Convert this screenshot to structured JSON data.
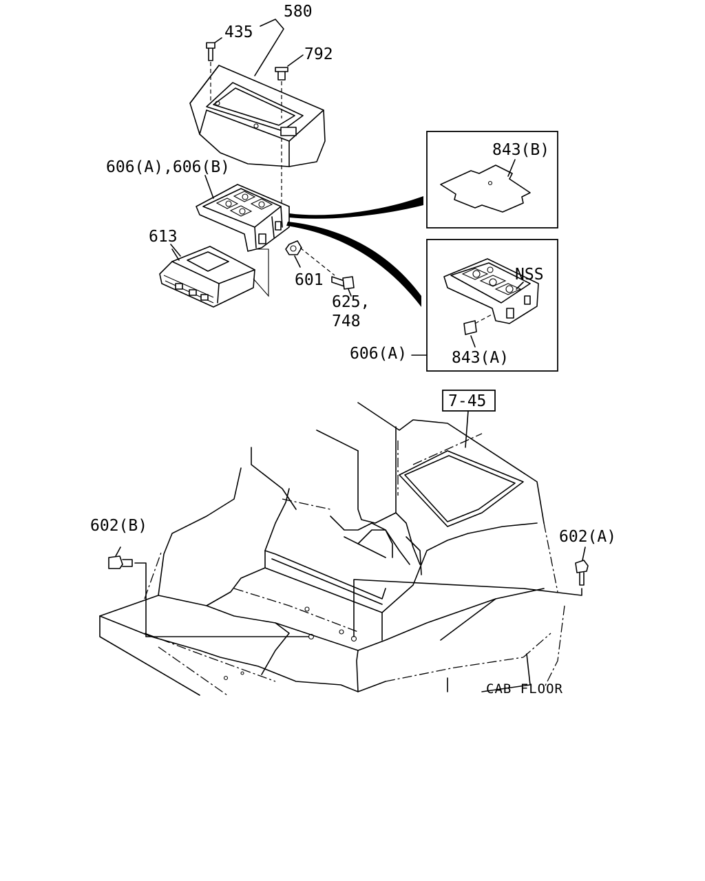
{
  "labels": {
    "p580": "580",
    "p435": "435",
    "p792": "792",
    "p606ab": "606(A),606(B)",
    "p613": "613",
    "p601": "601",
    "p625": "625,",
    "p748": "748",
    "p843b": "843(B)",
    "nss": "NSS",
    "p843a": "843(A)",
    "p606a": "606(A)",
    "ref745": "7-45",
    "p602b": "602(B)",
    "p602a": "602(A)",
    "cabfloor": "CAB FLOOR"
  }
}
